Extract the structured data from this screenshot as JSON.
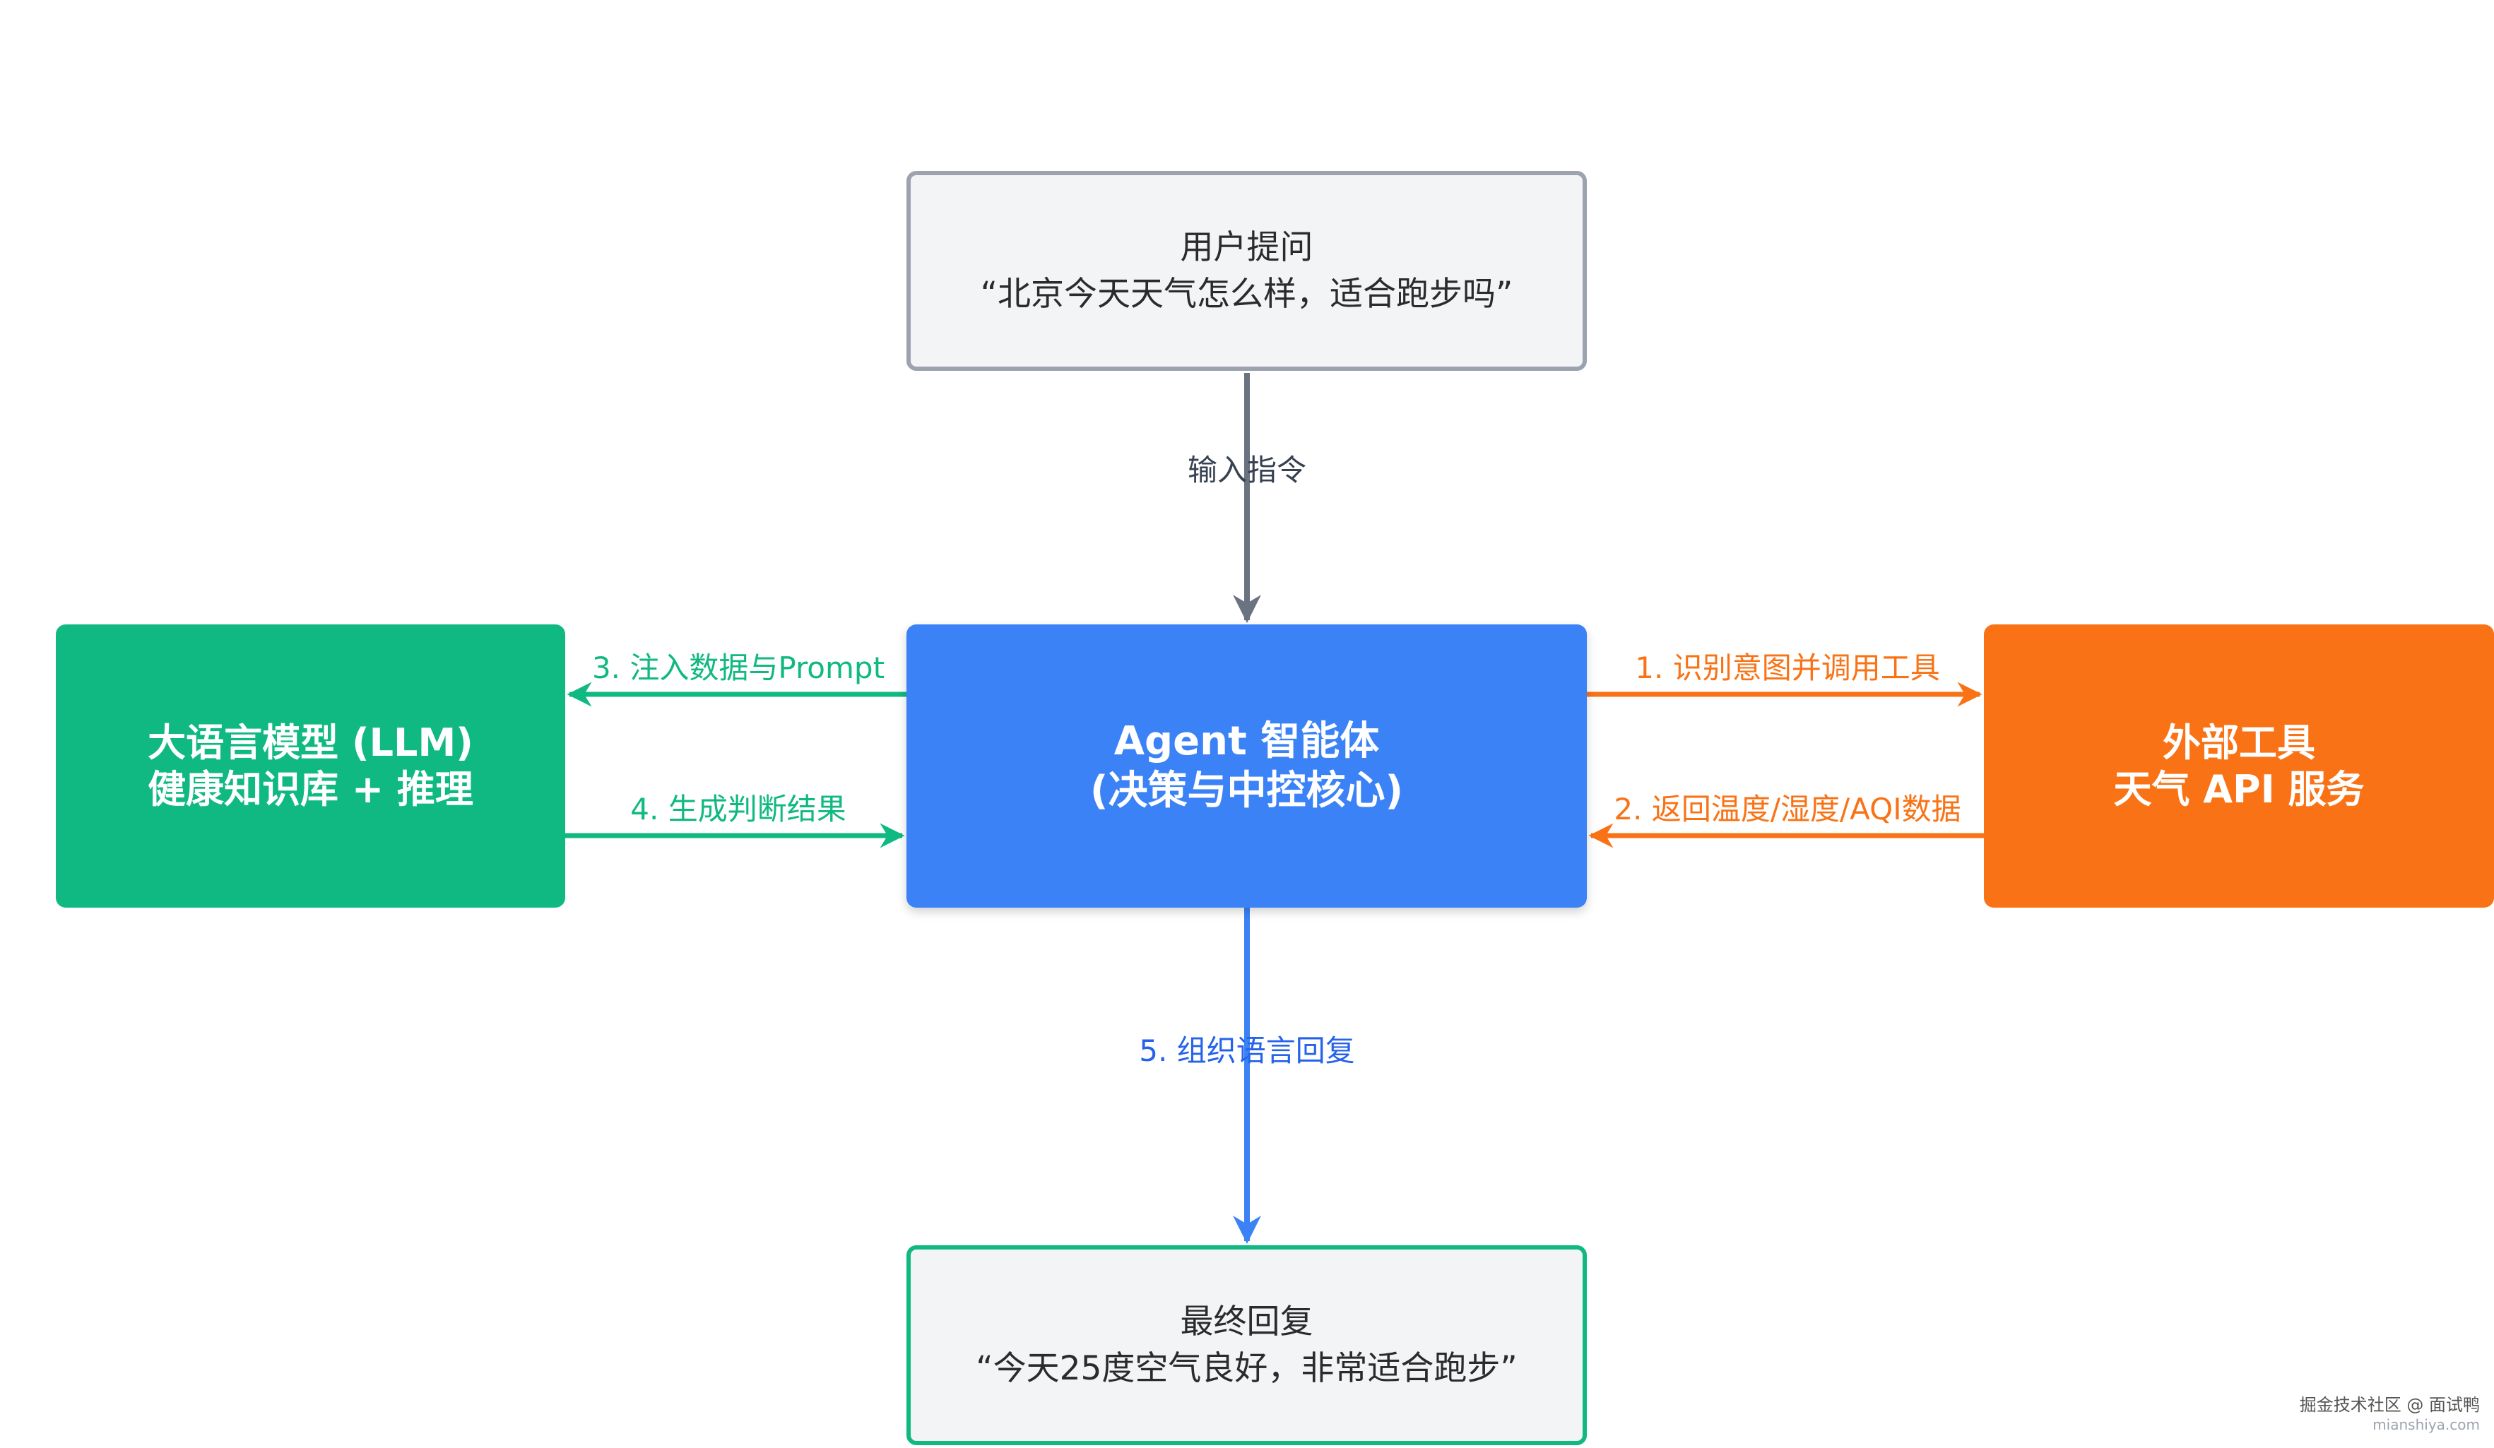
{
  "colors": {
    "agent": "#3b82f6",
    "llm": "#10b981",
    "tool": "#f97316",
    "neutral_border": "#9ca3af",
    "neutral_fill": "#f3f4f6",
    "reply_border": "#10b981",
    "input_arrow": "#6b7280",
    "reply_arrow": "#3b82f6"
  },
  "nodes": {
    "user_question": {
      "line1": "用户提问",
      "line2": "“北京今天天气怎么样，适合跑步吗”"
    },
    "agent": {
      "line1": "Agent 智能体",
      "line2": "(决策与中控核心)"
    },
    "llm": {
      "line1": "大语言模型 (LLM)",
      "line2": "健康知识库 + 推理"
    },
    "tool": {
      "line1": "外部工具",
      "line2": "天气 API 服务"
    },
    "final_reply": {
      "line1": "最终回复",
      "line2": "“今天25度空气良好，非常适合跑步”"
    }
  },
  "edges": {
    "input": "输入指令",
    "identify": "1. 识别意图并调用工具",
    "return": "2. 返回温度/湿度/AQI数据",
    "inject": "3. 注入数据与Prompt",
    "judge": "4. 生成判断结果",
    "reply": "5. 组织语言回复"
  },
  "watermark": {
    "main": "掘金技术社区 @ 面试鸭",
    "url": "mianshiya.com"
  }
}
